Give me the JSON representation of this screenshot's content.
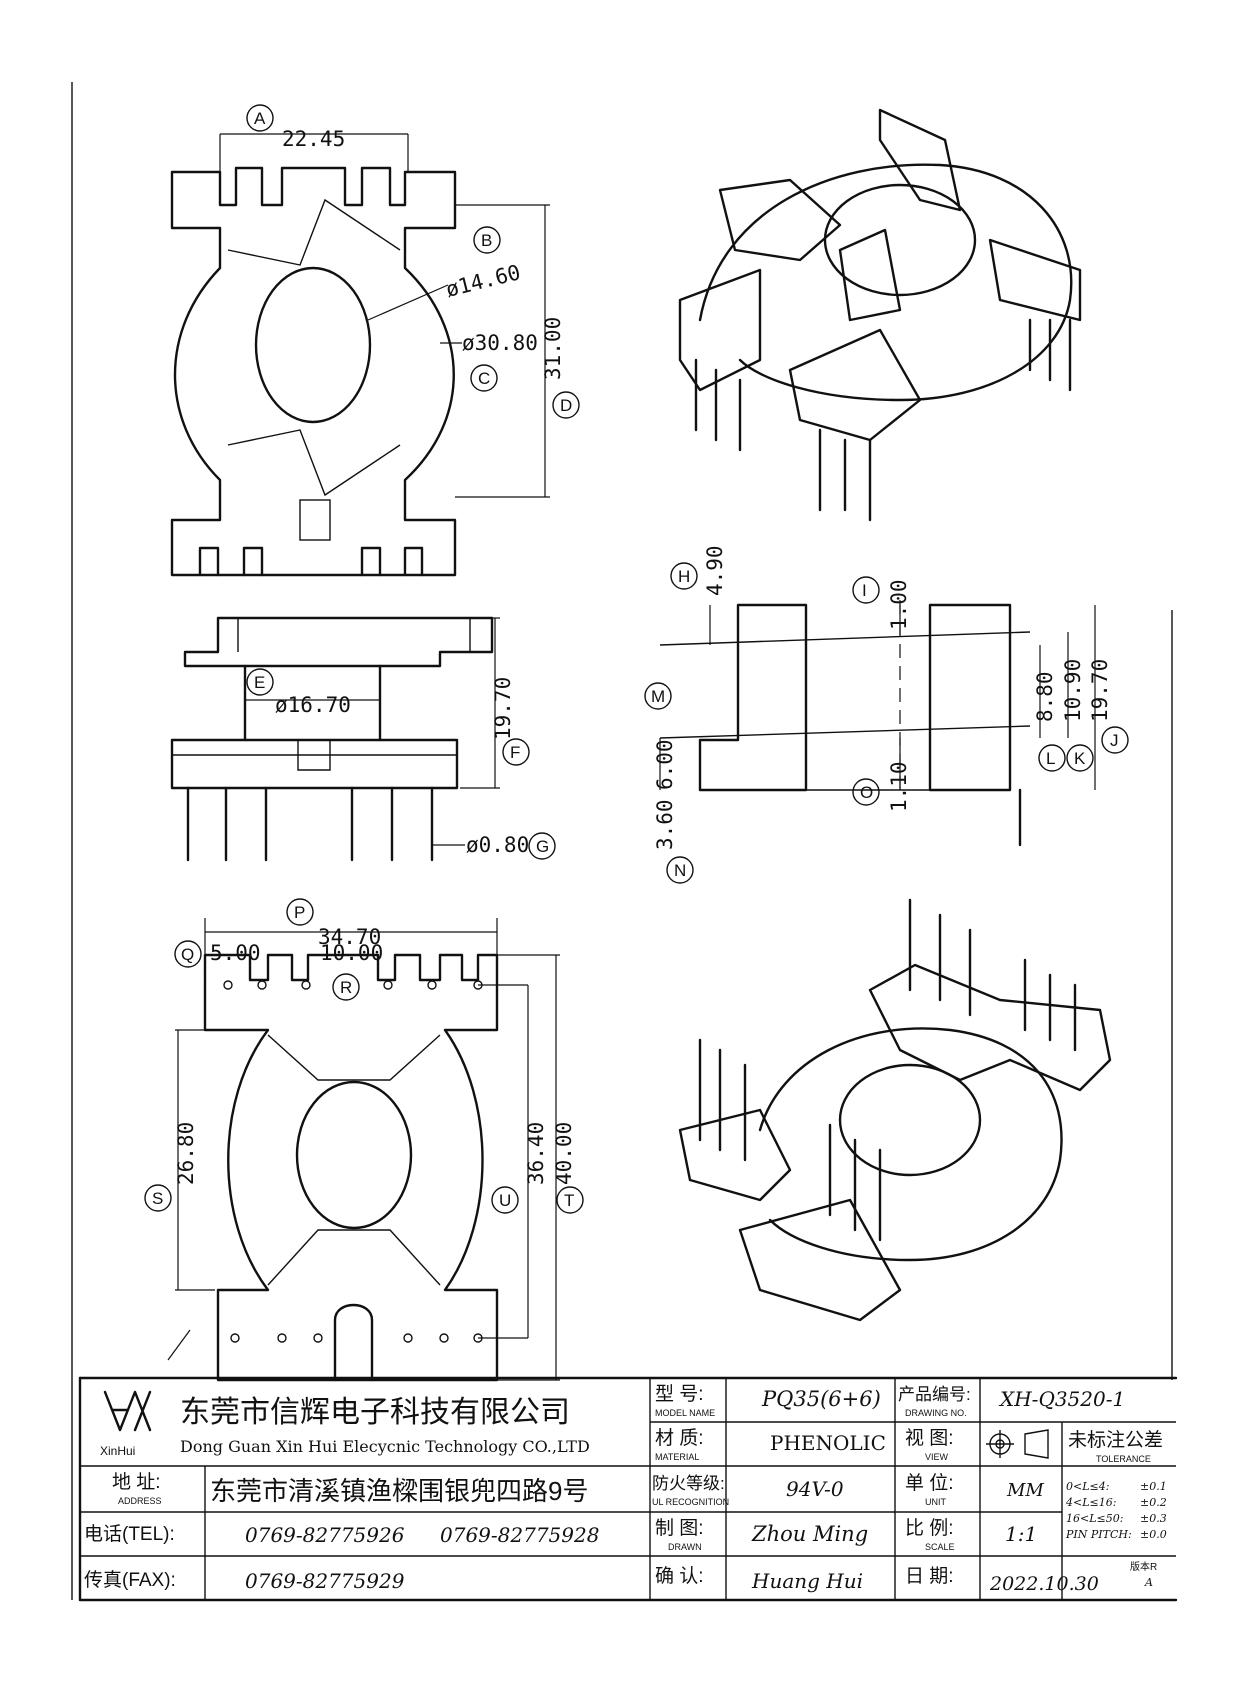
{
  "dimensions": {
    "a": "22.45",
    "b": "ø14.60",
    "c": "ø30.80",
    "d": "31.00",
    "e": "ø16.70",
    "f": "19.70",
    "g": "ø0.80",
    "h": "4.90",
    "i": "1.00",
    "l": "8.80",
    "k": "10.90",
    "j": "19.70",
    "m": "6.00",
    "n": "3.60",
    "o": "1.10",
    "p": "34.70",
    "q": "5.00",
    "r": "10.00",
    "s": "26.80",
    "u": "36.40",
    "t": "40.00"
  },
  "callouts": [
    "A",
    "B",
    "C",
    "D",
    "E",
    "F",
    "G",
    "H",
    "I",
    "J",
    "K",
    "L",
    "M",
    "N",
    "O",
    "P",
    "Q",
    "R",
    "S",
    "T",
    "U"
  ],
  "title_block": {
    "logo_text": "XinHui",
    "company_cn": "东莞市信辉电子科技有限公司",
    "company_en": "Dong Guan Xin Hui Elecycnic Technology CO.,LTD",
    "model_cn": "型  号:",
    "model_en": "MODEL NAME",
    "model_value": "PQ35(6+6)",
    "material_cn": "材  质:",
    "material_en": "MATERIAL",
    "material_value": "PHENOLIC",
    "ul_cn": "防火等级:",
    "ul_en": "UL RECOGNITION",
    "ul_value": "94V-0",
    "drawn_cn": "制  图:",
    "drawn_en": "DRAWN",
    "drawn_value": "Zhou Ming",
    "check_cn": "确  认:",
    "check_value": "Huang Hui",
    "drawing_no_cn": "产品编号:",
    "drawing_no_en": "DRAWING NO.",
    "drawing_no_value": "XH-Q3520-1",
    "view_cn": "视  图:",
    "view_en": "VIEW",
    "unit_cn": "单  位:",
    "unit_en": "UNIT",
    "unit_value": "MM",
    "scale_cn": "比  例:",
    "scale_en": "SCALE",
    "scale_value": "1:1",
    "date_cn": "日  期:",
    "date_value": "2022.10.30",
    "tolerance_cn": "未标注公差",
    "tolerance_en": "TOLERANCE",
    "tol_rows": [
      {
        "range": "0<L≤4:",
        "value": "±0.1"
      },
      {
        "range": "4<L≤16:",
        "value": "±0.2"
      },
      {
        "range": "16<L≤50:",
        "value": "±0.3"
      },
      {
        "range": "PIN PITCH:",
        "value": "±0.0"
      }
    ],
    "version_cn": "版本R",
    "version_value": "A",
    "address_cn": "地  址:",
    "address_en": "ADDRESS",
    "address_value": "东莞市清溪镇渔樑围银兜四路9号",
    "tel_label": "电话(TEL):",
    "tel_value_1": "0769-82775926",
    "tel_value_2": "0769-82775928",
    "fax_label": "传真(FAX):",
    "fax_value": "0769-82775929"
  }
}
